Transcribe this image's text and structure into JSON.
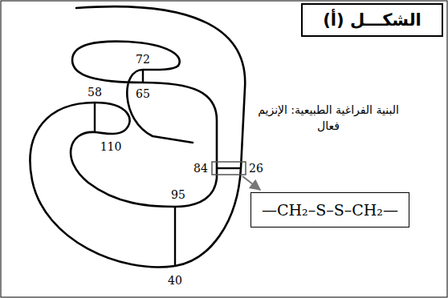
{
  "diagram": {
    "title": "الشكـــل (أ)",
    "nodes": [
      {
        "text": [
          "—CH₂–S–S–CH₂—"
        ]
      }
    ],
    "labels": [
      "72",
      "65",
      "58",
      "110",
      "84",
      "26",
      "95",
      "40",
      "البنية الفراغية الطبيعية: الإنزيم فعال"
    ]
  }
}
